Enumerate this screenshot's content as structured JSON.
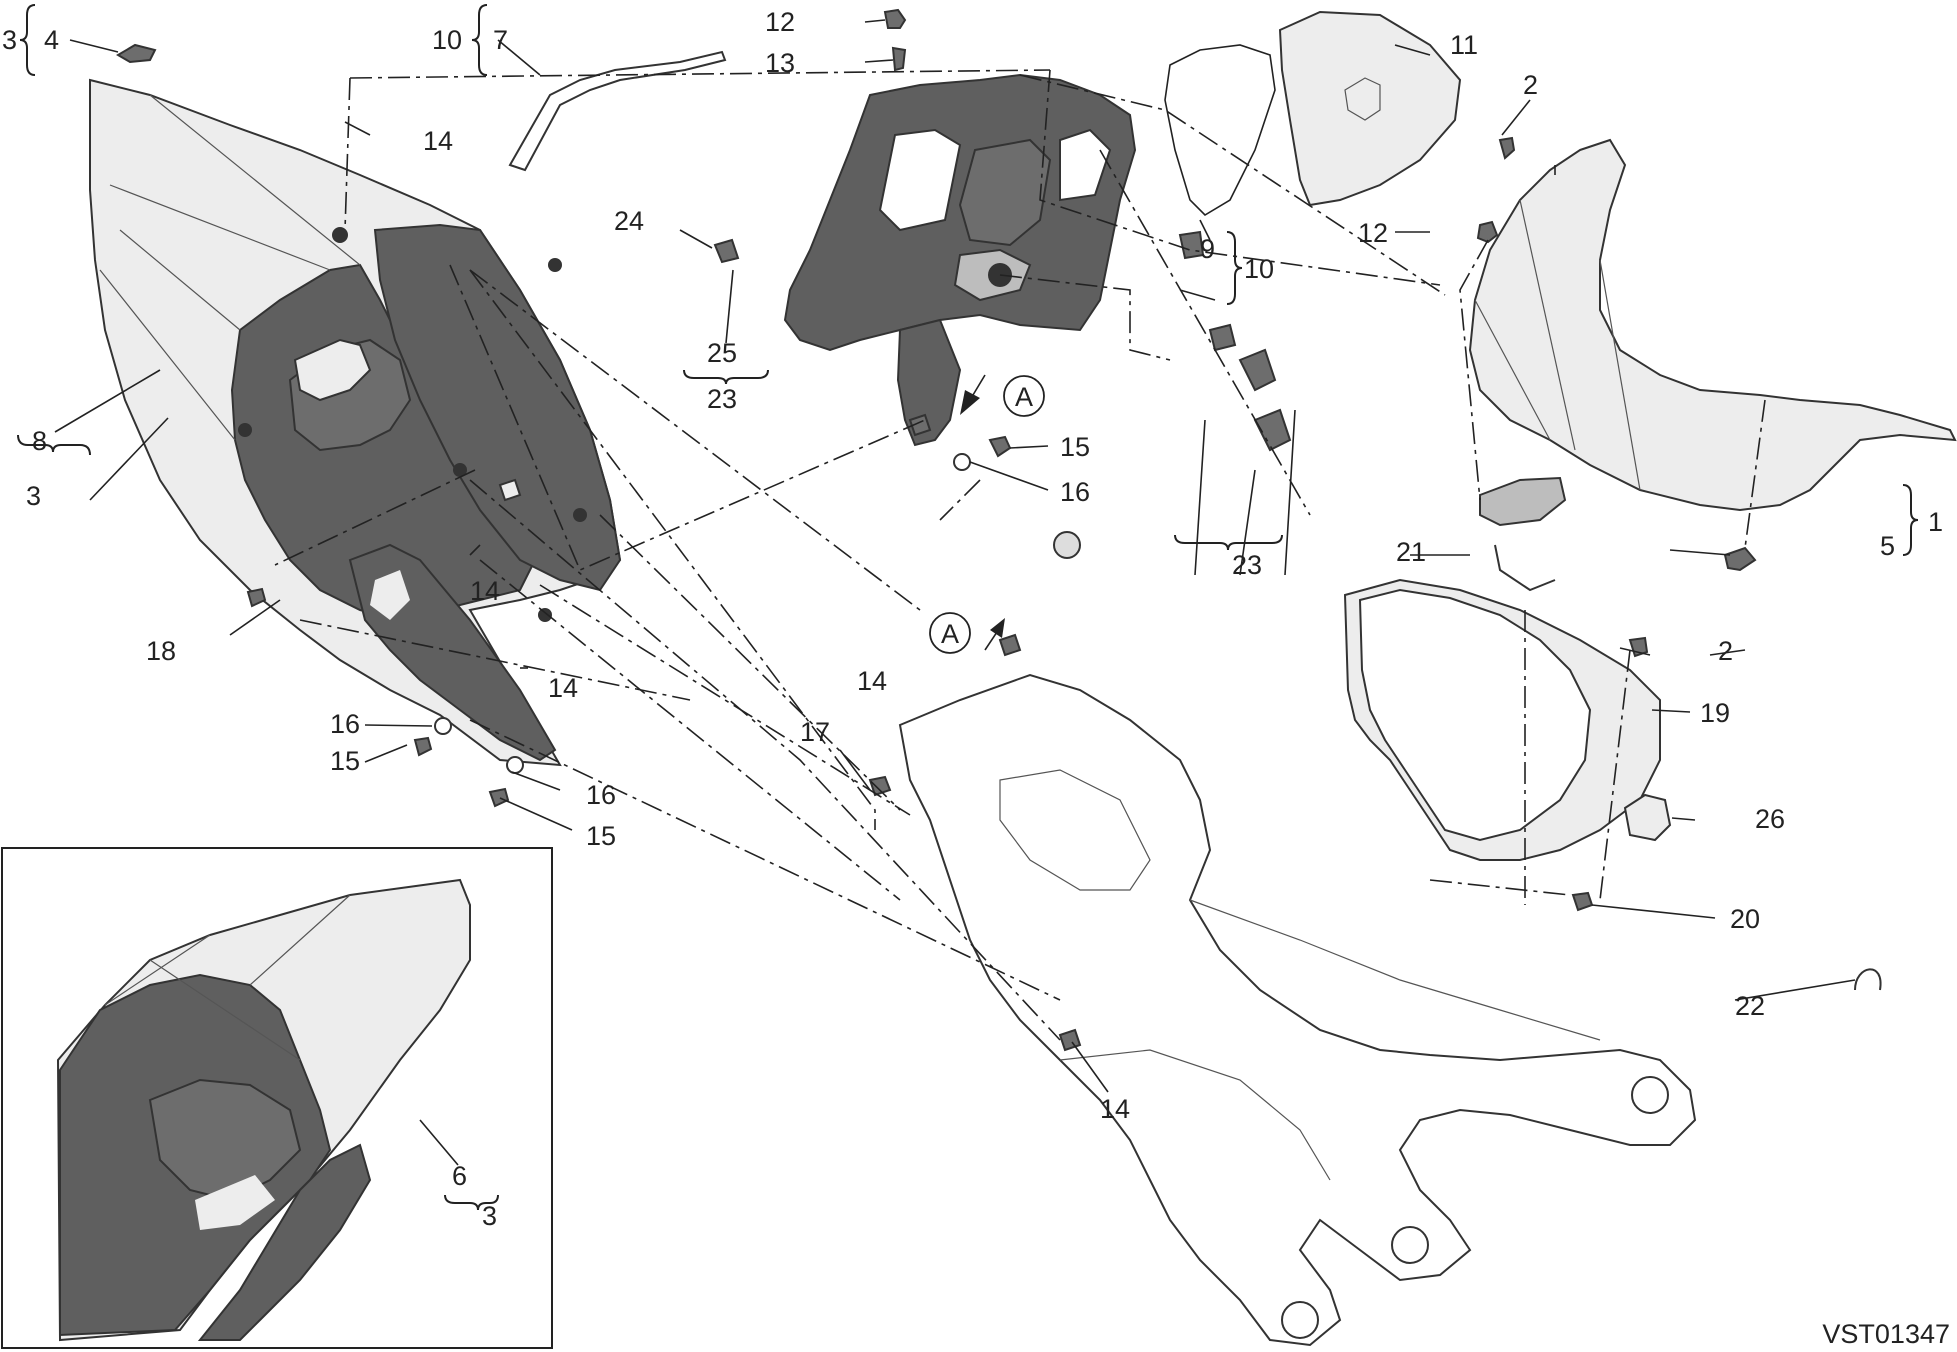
{
  "diagram": {
    "code": "VST01347",
    "view_marker": "A",
    "callouts": [
      {
        "id": "c3a",
        "label": "3"
      },
      {
        "id": "c4",
        "label": "4"
      },
      {
        "id": "c10a",
        "label": "10"
      },
      {
        "id": "c7",
        "label": "7"
      },
      {
        "id": "c12a",
        "label": "12"
      },
      {
        "id": "c13",
        "label": "13"
      },
      {
        "id": "c11",
        "label": "11"
      },
      {
        "id": "c2a",
        "label": "2"
      },
      {
        "id": "c14a",
        "label": "14"
      },
      {
        "id": "c24",
        "label": "24"
      },
      {
        "id": "c25",
        "label": "25"
      },
      {
        "id": "c23a",
        "label": "23"
      },
      {
        "id": "c9",
        "label": "9"
      },
      {
        "id": "c10b",
        "label": "10"
      },
      {
        "id": "c12b",
        "label": "12"
      },
      {
        "id": "c8",
        "label": "8"
      },
      {
        "id": "c3b",
        "label": "3"
      },
      {
        "id": "c15a",
        "label": "15"
      },
      {
        "id": "c16a",
        "label": "16"
      },
      {
        "id": "c23b",
        "label": "23"
      },
      {
        "id": "c1",
        "label": "1"
      },
      {
        "id": "c5",
        "label": "5"
      },
      {
        "id": "c14b",
        "label": "14"
      },
      {
        "id": "c21",
        "label": "21"
      },
      {
        "id": "c18",
        "label": "18"
      },
      {
        "id": "c14c",
        "label": "14"
      },
      {
        "id": "c14d",
        "label": "14"
      },
      {
        "id": "c2b",
        "label": "2"
      },
      {
        "id": "c19",
        "label": "19"
      },
      {
        "id": "c16b",
        "label": "16"
      },
      {
        "id": "c15b",
        "label": "15"
      },
      {
        "id": "c17",
        "label": "17"
      },
      {
        "id": "c16c",
        "label": "16"
      },
      {
        "id": "c15c",
        "label": "15"
      },
      {
        "id": "c26",
        "label": "26"
      },
      {
        "id": "c20",
        "label": "20"
      },
      {
        "id": "c22",
        "label": "22"
      },
      {
        "id": "c14e",
        "label": "14"
      },
      {
        "id": "c6",
        "label": "6"
      },
      {
        "id": "c3c",
        "label": "3"
      }
    ]
  }
}
